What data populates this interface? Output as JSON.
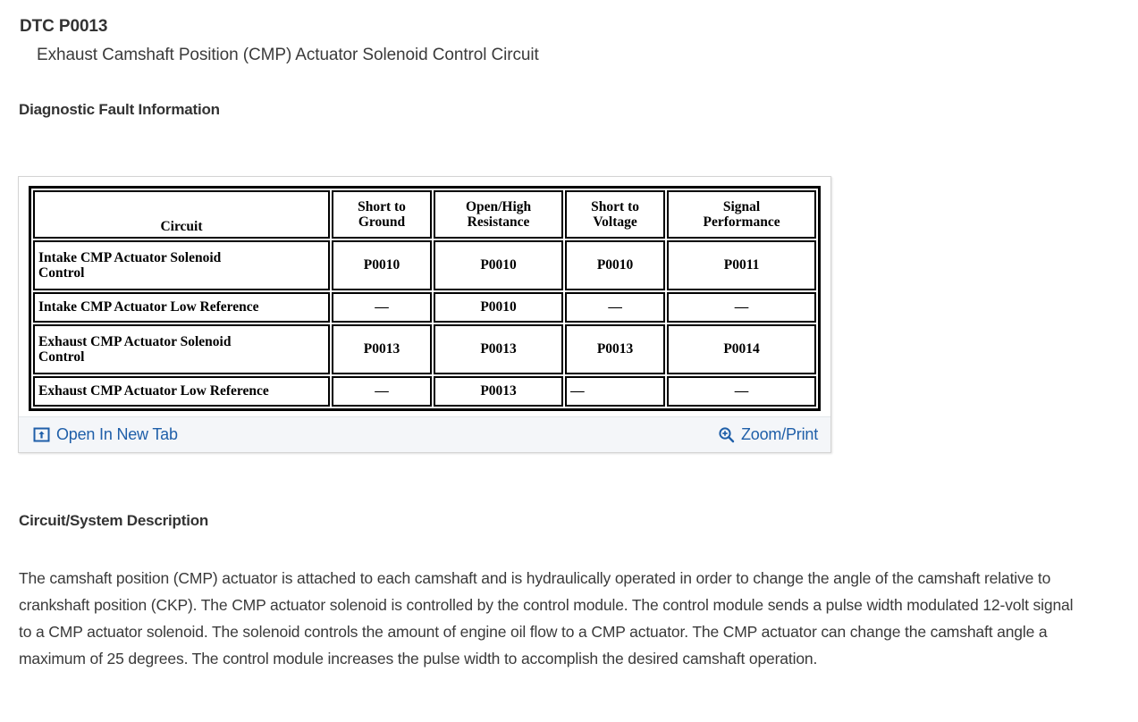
{
  "header": {
    "dtc_code": "DTC P0013",
    "dtc_description": "Exhaust Camshaft Position (CMP) Actuator Solenoid Control Circuit"
  },
  "sections": {
    "diagnostic_fault_information": "Diagnostic Fault Information",
    "circuit_system_description": "Circuit/System Description"
  },
  "fault_table": {
    "columns": [
      "Circuit",
      "Short to Ground",
      "Open/High Resistance",
      "Short to Voltage",
      "Signal Performance"
    ],
    "columns_wrapped": [
      [
        "Circuit"
      ],
      [
        "Short to",
        "Ground"
      ],
      [
        "Open/High",
        "Resistance"
      ],
      [
        "Short to",
        "Voltage"
      ],
      [
        "Signal",
        "Performance"
      ]
    ],
    "rows": [
      {
        "circuit": "Intake CMP Actuator Solenoid Control",
        "circuit_lines": [
          "Intake CMP Actuator Solenoid",
          "Control"
        ],
        "short_to_ground": "P0010",
        "open_high_resistance": "P0010",
        "short_to_voltage": "P0010",
        "signal_performance": "P0011"
      },
      {
        "circuit": "Intake CMP Actuator Low Reference",
        "circuit_lines": [
          "Intake CMP Actuator Low Reference"
        ],
        "short_to_ground": "—",
        "open_high_resistance": "P0010",
        "short_to_voltage": "—",
        "signal_performance": "—"
      },
      {
        "circuit": "Exhaust CMP Actuator Solenoid Control",
        "circuit_lines": [
          "Exhaust CMP Actuator Solenoid",
          "Control"
        ],
        "short_to_ground": "P0013",
        "open_high_resistance": "P0013",
        "short_to_voltage": "P0013",
        "signal_performance": "P0014"
      },
      {
        "circuit": "Exhaust CMP Actuator Low Reference",
        "circuit_lines": [
          "Exhaust CMP Actuator Low Reference"
        ],
        "short_to_ground": "—",
        "open_high_resistance": "P0013",
        "short_to_voltage": "—",
        "signal_performance": "—"
      }
    ]
  },
  "figure_toolbar": {
    "open_in_new_tab_label": "Open In New Tab",
    "open_in_new_tab_icon": "open-in-new-tab-icon",
    "zoom_print_label": "Zoom/Print",
    "zoom_print_icon": "magnifier-plus-icon",
    "link_color": "#1f5fa9",
    "background_color": "#f4f6f9"
  },
  "description": {
    "paragraph": " The camshaft position (CMP) actuator is attached to each camshaft and is hydraulically operated in order to change the angle of the camshaft relative to crankshaft position (CKP). The CMP actuator solenoid is controlled by the control module. The control module sends a pulse width modulated 12-volt signal to a CMP actuator solenoid. The solenoid controls the amount of engine oil flow to a CMP actuator. The CMP actuator can change the camshaft angle a maximum of 25 degrees. The control module increases the pulse width to accomplish the desired camshaft operation."
  }
}
